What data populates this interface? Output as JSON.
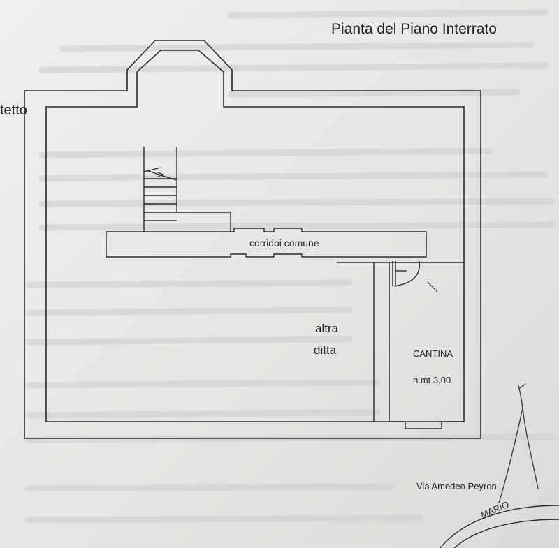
{
  "plan": {
    "title": "Pianta del Piano Interrato",
    "edge_label": "tetto",
    "rooms": {
      "corridor": "corridoi comune",
      "other_company_line1": "altra",
      "other_company_line2": "ditta",
      "cellar": "CANTINA",
      "cellar_height": "h.mt 3,00"
    },
    "street": "Via Amedeo Peyron",
    "stamp_text": "MARIO"
  },
  "colors": {
    "paper": "#e7e8e6",
    "line": "#2a2a2a",
    "faded_text": "#c9cac7"
  }
}
